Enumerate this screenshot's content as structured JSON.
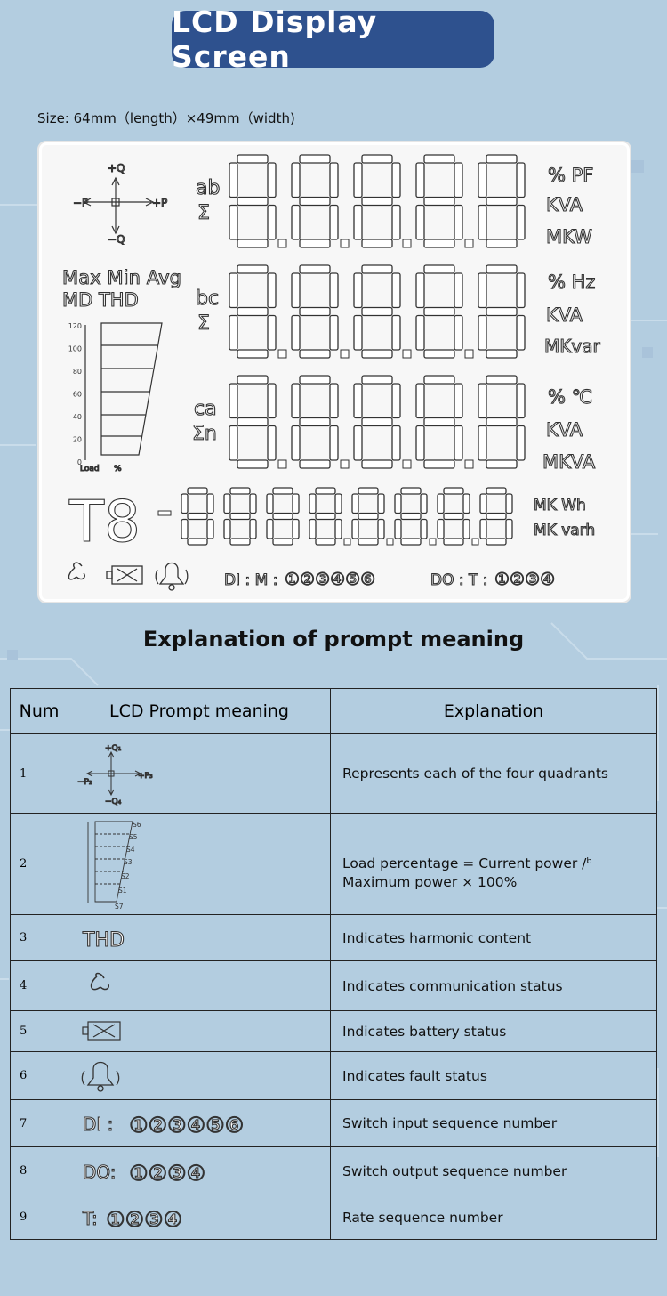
{
  "header": {
    "title": "LCD Display Screen"
  },
  "size_text": "Size: 64mm（length）×49mm（width)",
  "lcd": {
    "quadrant": {
      "plus_q": "+Q",
      "minus_q": "−Q",
      "minus_p": "−P",
      "plus_p": "+P"
    },
    "row1": {
      "prefix_top": "ab",
      "prefix_bottom": "Σ",
      "units": [
        "% PF",
        "KVA",
        "MKW"
      ]
    },
    "row2": {
      "prefix_top": "bc",
      "prefix_bottom": "Σ",
      "units": [
        "% Hz",
        "KVA",
        "MKvar"
      ]
    },
    "row3": {
      "prefix_top": "ca",
      "prefix_bottom": "Σn",
      "units": [
        "% ℃",
        "KVA",
        "MKVA"
      ]
    },
    "modes_line1": "Max Min Avg",
    "modes_line2": "MD THD",
    "load_ticks": [
      "120",
      "100",
      "80",
      "60",
      "40",
      "20",
      "0"
    ],
    "load_label": "Load",
    "load_percent": "%",
    "bottom_prefix": "T8",
    "bottom_units": [
      "MK Wh",
      "MK varh"
    ],
    "di_label": "DI : M :",
    "di_numbers": "①②③④⑤⑥",
    "do_label": "DO : T :",
    "do_numbers": "①②③④"
  },
  "section_title": "Explanation of prompt meaning",
  "table": {
    "headers": [
      "Num",
      "LCD Prompt meaning",
      "Explanation"
    ],
    "rows": [
      {
        "num": "1",
        "explanation": "Represents each of the four quadrants",
        "quadrant_labels": {
          "q1": "+Q₁",
          "q4": "−Q₄",
          "p2": "−P₂",
          "p3": "+P₃"
        }
      },
      {
        "num": "2",
        "explanation": "Load percentage = Current power /ᵇ Maximum power × 100%",
        "segments": [
          "S6",
          "S5",
          "S4",
          "S3",
          "S2",
          "S1",
          "S7"
        ]
      },
      {
        "num": "3",
        "explanation": "Indicates harmonic content",
        "prompt": "THD"
      },
      {
        "num": "4",
        "explanation": "Indicates communication status"
      },
      {
        "num": "5",
        "explanation": "Indicates battery status"
      },
      {
        "num": "6",
        "explanation": "Indicates fault status"
      },
      {
        "num": "7",
        "explanation": "Switch input sequence number",
        "prompt_label": "DI :",
        "prompt_numbers": "①②③④⑤⑥"
      },
      {
        "num": "8",
        "explanation": "Switch output sequence number",
        "prompt_label": "DO:",
        "prompt_numbers": "①②③④"
      },
      {
        "num": "9",
        "explanation": "Rate sequence number",
        "prompt_label": "T:",
        "prompt_numbers": "①②③④"
      }
    ]
  },
  "colors": {
    "background": "#b3cde0",
    "title_pill": "#2e518e",
    "lcd_bg": "#f7f7f7",
    "segment": "#333333"
  }
}
